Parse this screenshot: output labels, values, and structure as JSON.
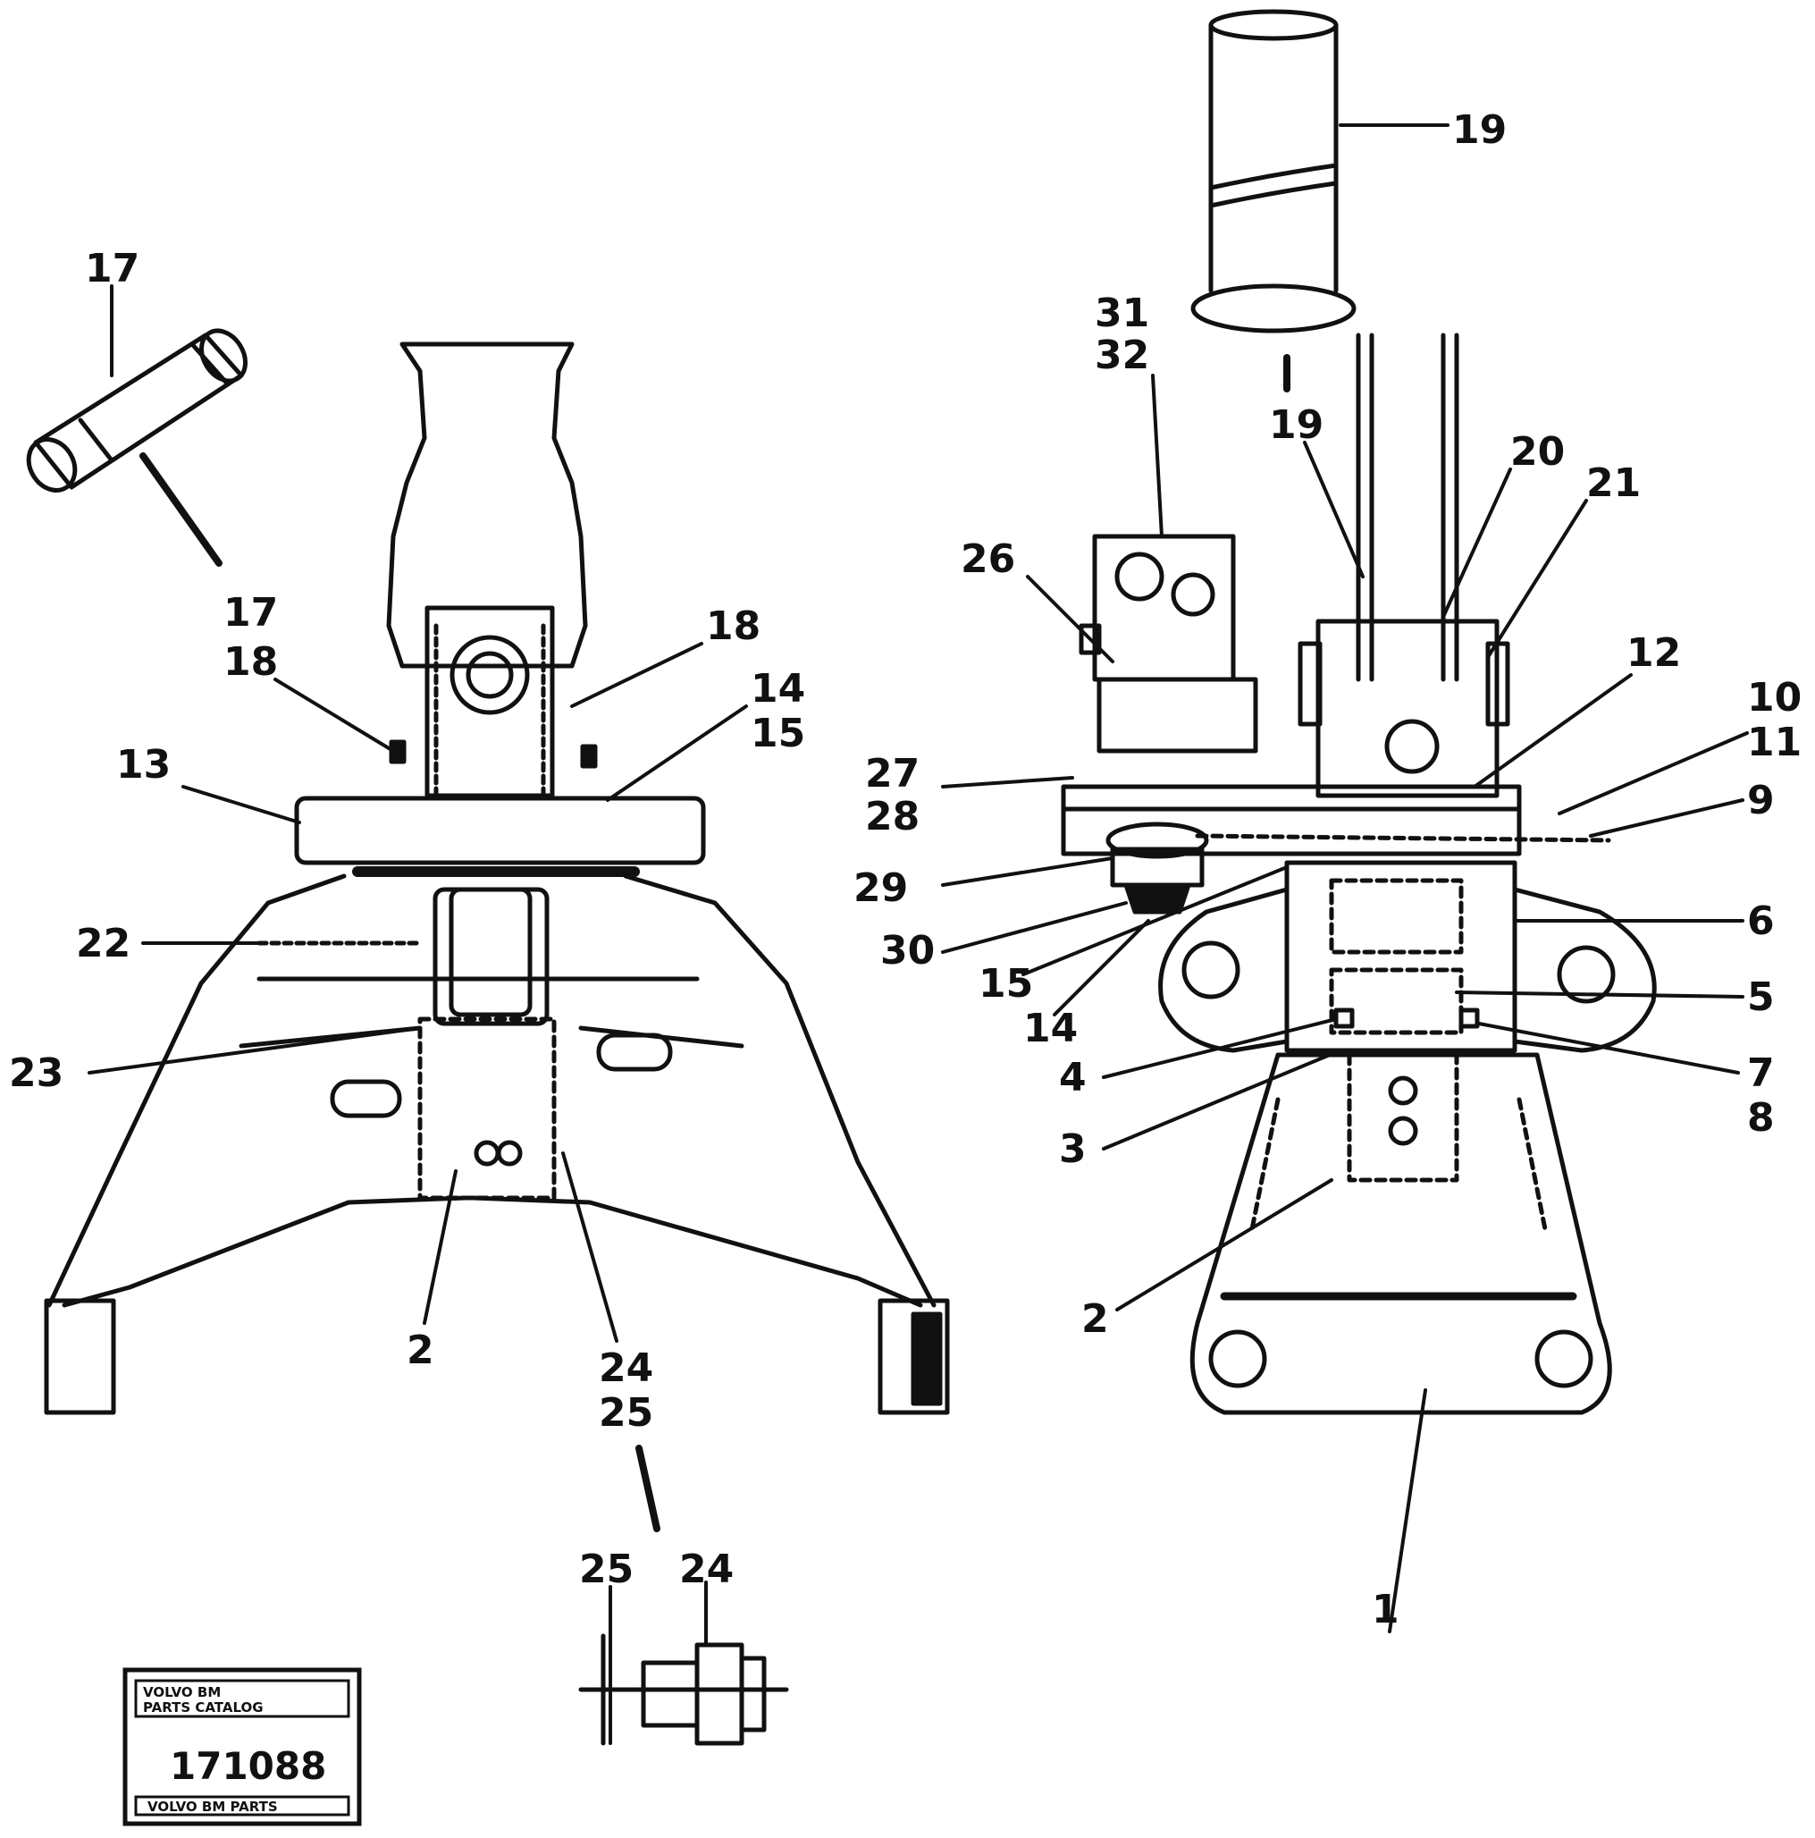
{
  "diagram": {
    "callouts": [
      {
        "id": "c17a",
        "text": "17"
      },
      {
        "id": "c17b",
        "text": "17"
      },
      {
        "id": "c18a",
        "text": "18"
      },
      {
        "id": "c18b",
        "text": "18"
      },
      {
        "id": "c14a",
        "text": "14"
      },
      {
        "id": "c15a",
        "text": "15"
      },
      {
        "id": "c13",
        "text": "13"
      },
      {
        "id": "c22",
        "text": "22"
      },
      {
        "id": "c23",
        "text": "23"
      },
      {
        "id": "c2a",
        "text": "2"
      },
      {
        "id": "c24a",
        "text": "24"
      },
      {
        "id": "c25a",
        "text": "25"
      },
      {
        "id": "c25b",
        "text": "25"
      },
      {
        "id": "c24b",
        "text": "24"
      },
      {
        "id": "c19a",
        "text": "19"
      },
      {
        "id": "c19b",
        "text": "19"
      },
      {
        "id": "c31",
        "text": "31"
      },
      {
        "id": "c32",
        "text": "32"
      },
      {
        "id": "c20",
        "text": "20"
      },
      {
        "id": "c21",
        "text": "21"
      },
      {
        "id": "c26",
        "text": "26"
      },
      {
        "id": "c12",
        "text": "12"
      },
      {
        "id": "c10",
        "text": "10"
      },
      {
        "id": "c11",
        "text": "11"
      },
      {
        "id": "c9",
        "text": "9"
      },
      {
        "id": "c27",
        "text": "27"
      },
      {
        "id": "c28",
        "text": "28"
      },
      {
        "id": "c29",
        "text": "29"
      },
      {
        "id": "c30",
        "text": "30"
      },
      {
        "id": "c6",
        "text": "6"
      },
      {
        "id": "c15b",
        "text": "15"
      },
      {
        "id": "c14b",
        "text": "14"
      },
      {
        "id": "c5",
        "text": "5"
      },
      {
        "id": "c4",
        "text": "4"
      },
      {
        "id": "c7",
        "text": "7"
      },
      {
        "id": "c3",
        "text": "3"
      },
      {
        "id": "c8",
        "text": "8"
      },
      {
        "id": "c2b",
        "text": "2"
      },
      {
        "id": "c1",
        "text": "1"
      }
    ],
    "badge": {
      "brand": "VOLVO BM",
      "subtitle": "PARTS CATALOG",
      "number": "171088",
      "footer": "VOLVO BM PARTS"
    },
    "colors": {
      "ink": "#111111",
      "background": "#ffffff"
    }
  }
}
